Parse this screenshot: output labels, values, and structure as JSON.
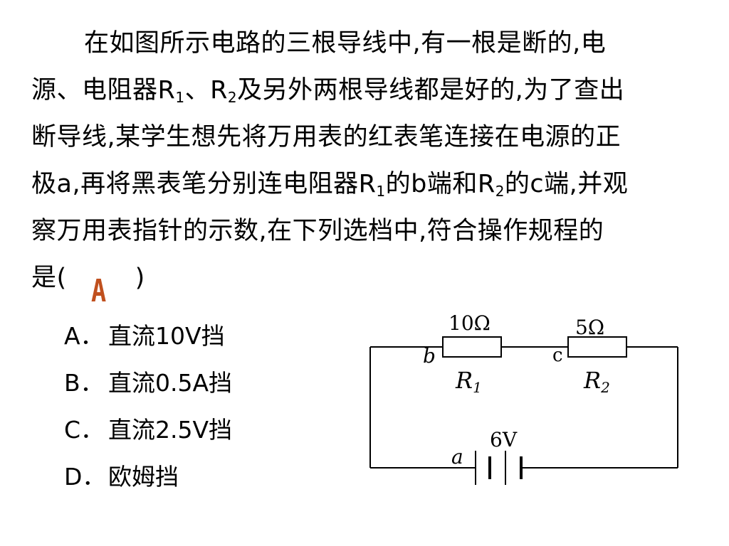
{
  "question": {
    "lines": [
      "在如图所示电路的三根导线中,有一根是断的,电",
      "源、电阻器R",
      "1",
      "、R",
      "2",
      "及另外两根导线都是好的,为了查出",
      "断导线,某学生想先将万用表的红表笔连接在电源的正",
      "极a,再将黑表笔分别连电阻器R",
      "1",
      "的b端和R",
      "2",
      "的c端,并观",
      "察万用表指针的示数,在下列选档中,符合操作规程的",
      "是(",
      ")"
    ],
    "answer": "A"
  },
  "options": [
    {
      "key": "A．",
      "text": "直流10V挡"
    },
    {
      "key": "B．",
      "text": "直流0.5A挡"
    },
    {
      "key": "C．",
      "text": "直流2.5V挡"
    },
    {
      "key": "D．",
      "text": "欧姆挡"
    }
  ],
  "circuit": {
    "r1_value": "10Ω",
    "r1_label": "R",
    "r1_sub": "1",
    "r2_value": "5Ω",
    "r2_label": "R",
    "r2_sub": "2",
    "node_b": "b",
    "node_c": "c",
    "node_a": "a",
    "battery_value": "6V"
  }
}
